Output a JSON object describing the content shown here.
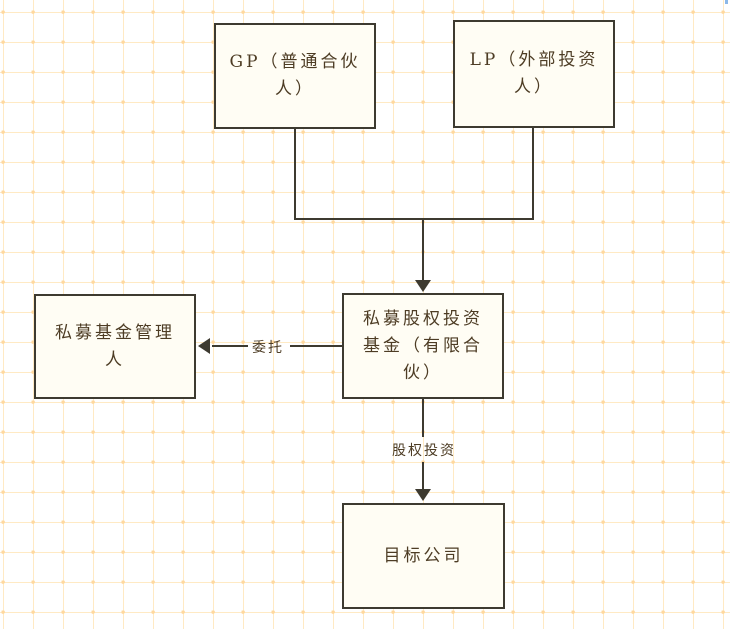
{
  "diagram": {
    "type": "flowchart",
    "subject": "私募股权投资基金架构图",
    "colors": {
      "background": "#ffffff",
      "grid_line": "#ffeac4",
      "grid_dot": "#ffd89e",
      "box_border": "#3d3a30",
      "box_fill": "#fffdf4",
      "text": "#4d3c24"
    },
    "nodes": {
      "gp": {
        "label": "GP（普通合伙人）",
        "lines": [
          "GP（普通合伙",
          "人）"
        ]
      },
      "lp": {
        "label": "LP（外部投资人）",
        "lines": [
          "LP（外部投资",
          "人）"
        ]
      },
      "manager": {
        "label": "私募基金管理人",
        "lines": [
          "私募基金管理",
          "人"
        ]
      },
      "fund": {
        "label": "私募股权投资基金（有限合伙）",
        "lines": [
          "私募股权投资",
          "基金（有限合",
          "伙）"
        ]
      },
      "target": {
        "label": "目标公司",
        "lines": [
          "目标公司"
        ]
      }
    },
    "edges": {
      "gp_lp_to_fund": {
        "label": ""
      },
      "fund_to_manager": {
        "label": "委托"
      },
      "fund_to_target": {
        "label": "股权投资"
      }
    }
  }
}
